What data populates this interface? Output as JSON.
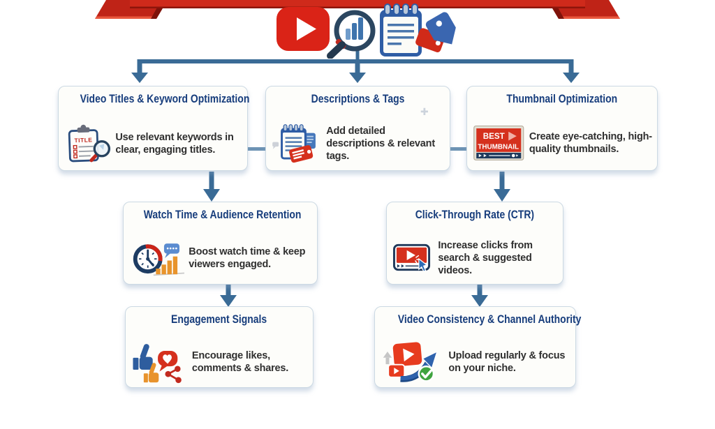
{
  "banner": {
    "ribbon_color": "#cf2a1b",
    "ribbon_shadow": "#7e120a"
  },
  "header_icons": [
    "youtube-play-icon",
    "search-analytics-icon",
    "notepad-icon",
    "tags-icon"
  ],
  "connector_color": "#3a6b96",
  "icon_text": {
    "clipboard_label": "TITLE",
    "thumbnail_line1": "BEST",
    "thumbnail_line2": "THUMBNAIL"
  },
  "cards": [
    {
      "title": "Video Titles & Keyword Optimization",
      "description": "Use relevant keywords in clear, engaging titles.",
      "icon": "clipboard-title-search-icon"
    },
    {
      "title": "Descriptions & Tags",
      "description": "Add detailed descriptions & relevant tags.",
      "icon": "notepad-red-tag-icon"
    },
    {
      "title": "Thumbnail Optimization",
      "description": "Create eye-catching, high-quality thumbnails.",
      "icon": "best-thumbnail-player-icon"
    },
    {
      "title": "Watch Time & Audience Retention",
      "description": "Boost watch time & keep viewers engaged.",
      "icon": "clock-growth-chart-icon"
    },
    {
      "title": "Click-Through Rate (CTR)",
      "description": "Increase clicks from search & suggested videos.",
      "icon": "video-click-cursor-icon"
    },
    {
      "title": "Engagement Signals",
      "description": "Encourage likes, comments & shares.",
      "icon": "likes-comments-shares-icon"
    },
    {
      "title": "Video Consistency & Channel Authority",
      "description": "Upload regularly & focus on your niche.",
      "icon": "upload-growth-check-icon"
    }
  ],
  "colors": {
    "title_navy": "#173d7c",
    "accent_red": "#d5301d",
    "accent_orange": "#e8942c",
    "accent_green": "#3fa33f",
    "accent_blue": "#2e6cb5",
    "icon_navy": "#27435f"
  }
}
